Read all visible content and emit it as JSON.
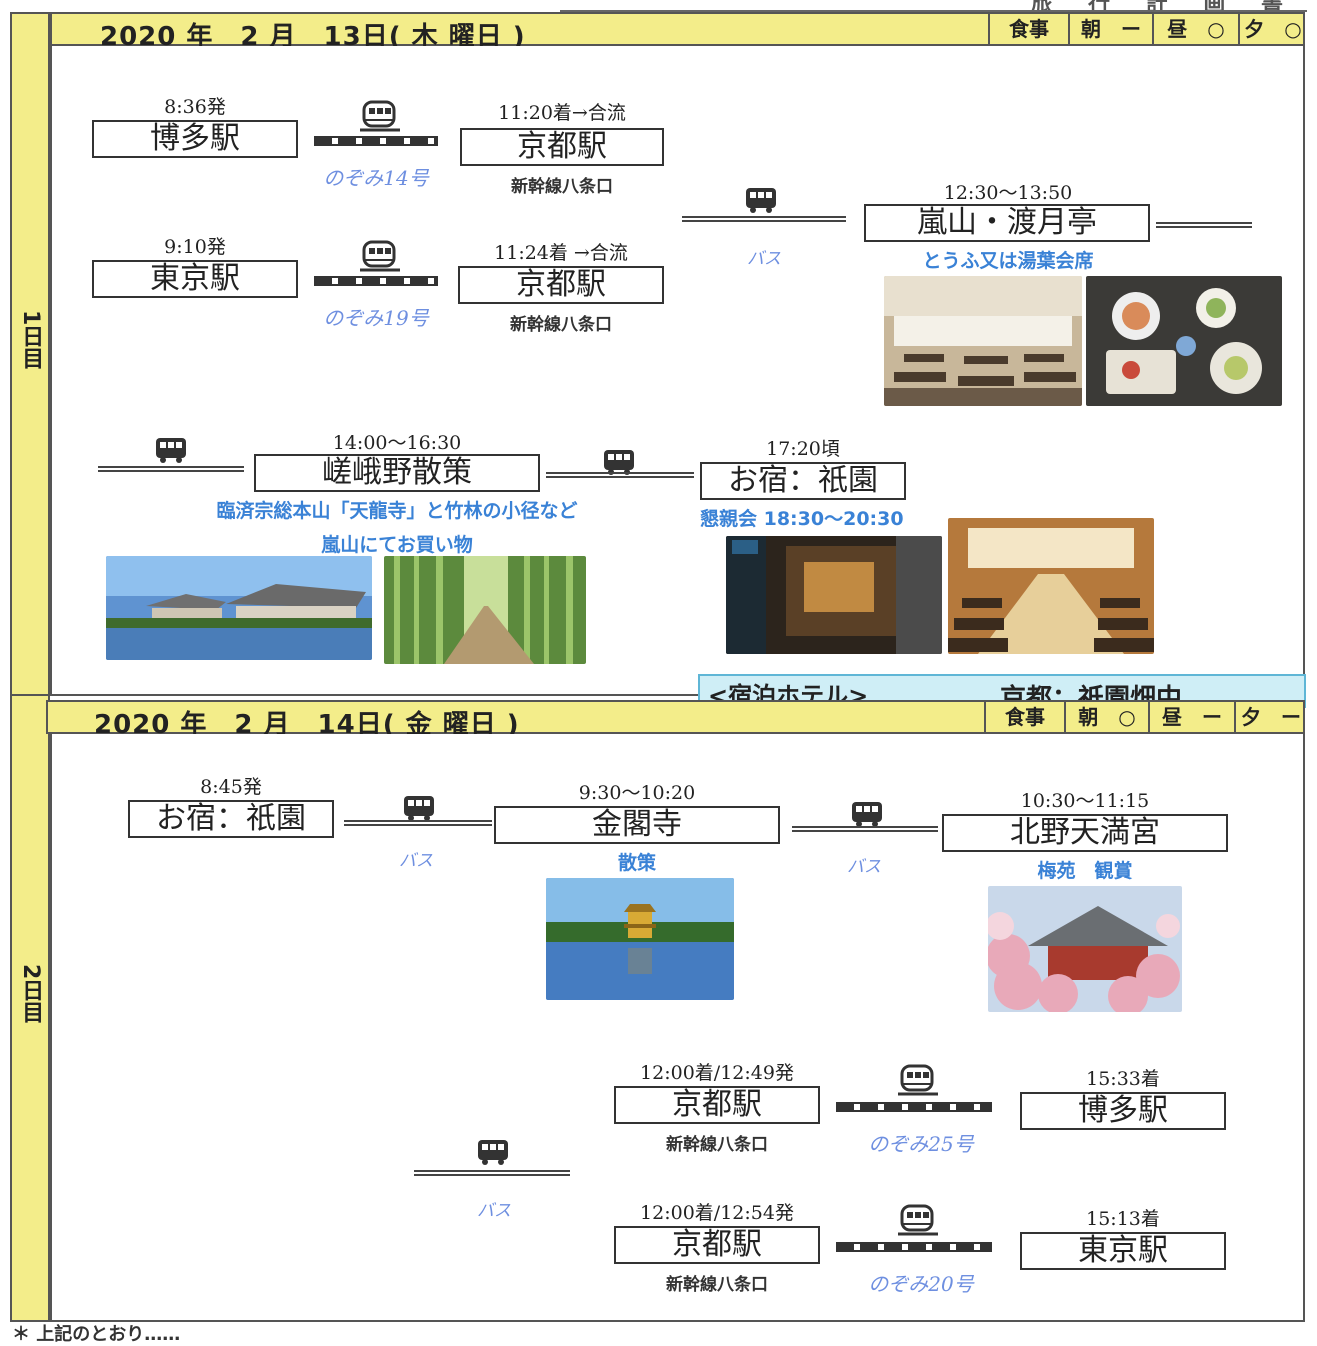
{
  "top_text": "旅 行 計 画 書",
  "day1": {
    "label": "1日目",
    "date": "2020 年　2 月　13日( 木 曜日 )",
    "meals": {
      "title": "食事",
      "breakfast": "朝　ー",
      "lunch": "昼　○",
      "dinner": "夕　○"
    },
    "route_a": {
      "depart_time": "8:36発",
      "from": "博多駅",
      "train": "のぞみ14号",
      "arrive_time": "11:20着→合流",
      "to": "京都駅",
      "to_sub": "新幹線八条口"
    },
    "route_b": {
      "depart_time": "9:10発",
      "from": "東京駅",
      "train": "のぞみ19号",
      "arrive_time": "11:24着 →合流",
      "to": "京都駅",
      "to_sub": "新幹線八条口"
    },
    "bus1": "バス",
    "lunch_stop": {
      "time": "12:30〜13:50",
      "name": "嵐山・渡月亭",
      "note": "とうふ又は湯葉会席"
    },
    "sagano": {
      "time": "14:00〜16:30",
      "name": "嵯峨野散策",
      "note1": "臨済宗総本山「天龍寺」と竹林の小径など",
      "note2": "嵐山にてお買い物"
    },
    "inn": {
      "time": "17:20頃",
      "name": "お宿：祇園",
      "note": "懇親会 18:30〜20:30"
    },
    "hotel": {
      "label": "<宿泊ホテル>",
      "name": "京都：祇園畑中"
    }
  },
  "day2": {
    "label": "2日目",
    "date": "2020 年　2 月　14日( 金 曜日 )",
    "meals": {
      "title": "食事",
      "breakfast": "朝　○",
      "lunch": "昼　ー",
      "dinner": "夕　ー"
    },
    "start": {
      "time": "8:45発",
      "name": "お宿：祇園"
    },
    "bus1": "バス",
    "kinkakuji": {
      "time": "9:30〜10:20",
      "name": "金閣寺",
      "note": "散策"
    },
    "bus2": "バス",
    "kitano": {
      "time": "10:30〜11:15",
      "name": "北野天満宮",
      "note": "梅苑　観賞"
    },
    "bus3": "バス",
    "return_a": {
      "time": "12:00着/12:49発",
      "from": "京都駅",
      "from_sub": "新幹線八条口",
      "train": "のぞみ25号",
      "arrive_time": "15:33着",
      "to": "博多駅"
    },
    "return_b": {
      "time": "12:00着/12:54発",
      "from": "京都駅",
      "from_sub": "新幹線八条口",
      "train": "のぞみ20号",
      "arrive_time": "15:13着",
      "to": "東京駅"
    }
  },
  "footer": "＊ 上記のとおり……",
  "icons": {
    "train": "train-icon",
    "bus": "bus-icon"
  }
}
